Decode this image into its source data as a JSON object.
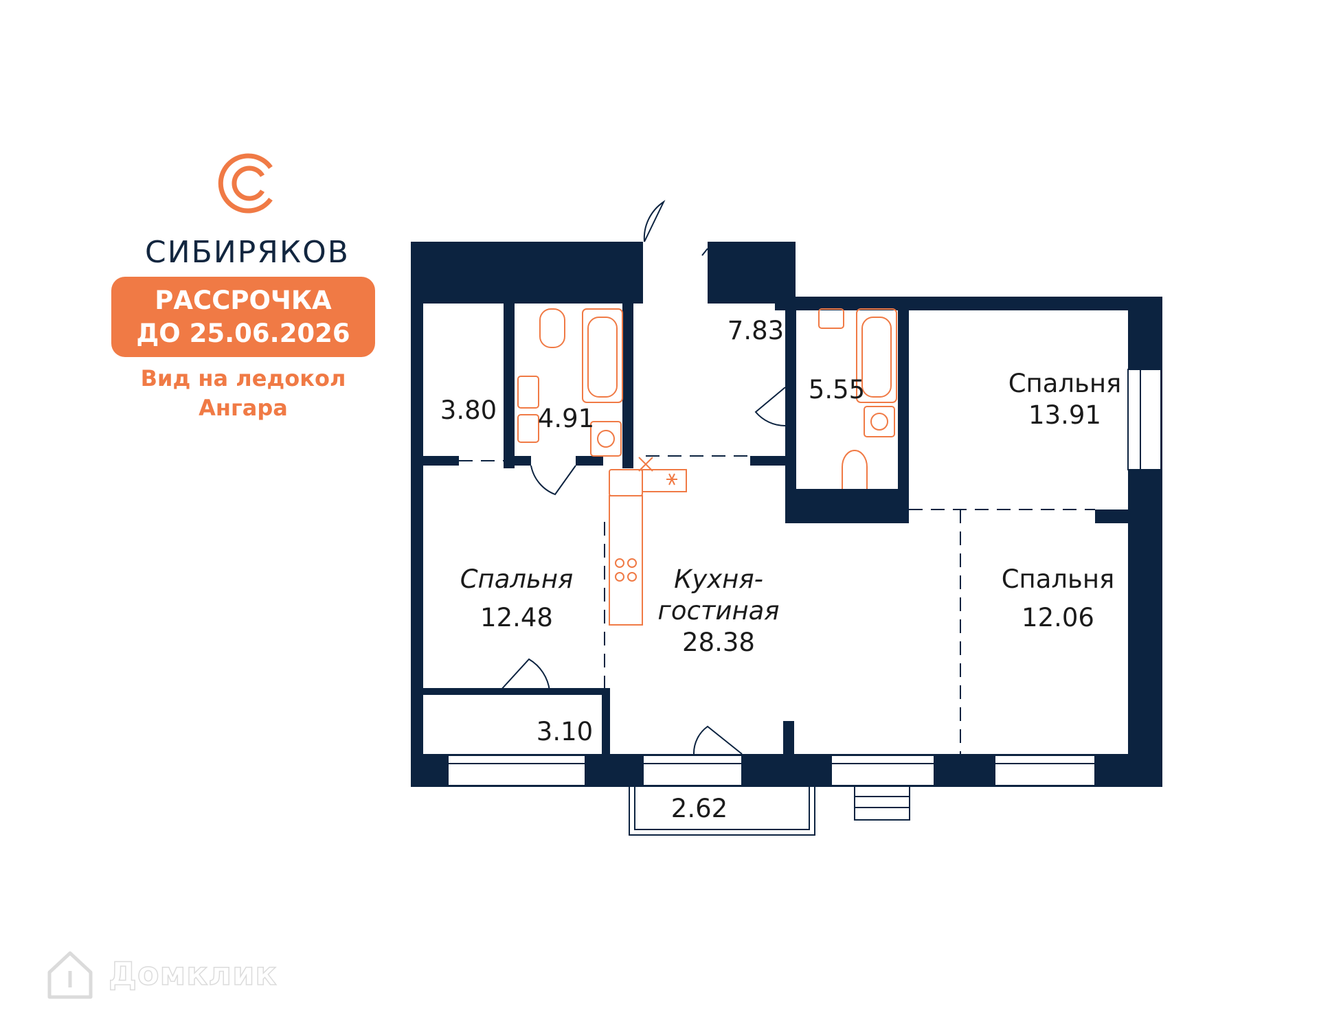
{
  "brand": {
    "name": "СИБИРЯКОВ",
    "logo_icon": "c-letter-logo-icon"
  },
  "promo": {
    "line1": "РАССРОЧКА",
    "line2": "ДО 25.06.2026"
  },
  "view_note": {
    "line1": "Вид на ледокол",
    "line2": "Ангара"
  },
  "colors": {
    "accent": "#f07a45",
    "wall": "#0c2340",
    "fixture": "#f07a45"
  },
  "rooms": [
    {
      "id": "storage-1",
      "name": "",
      "area": "3.80"
    },
    {
      "id": "bathroom-1",
      "name": "",
      "area": "4.91"
    },
    {
      "id": "hallway",
      "name": "",
      "area": "7.83"
    },
    {
      "id": "bathroom-2",
      "name": "",
      "area": "5.55"
    },
    {
      "id": "bedroom-1",
      "name": "Спальня",
      "area": "13.91"
    },
    {
      "id": "bedroom-2",
      "name": "Спальня",
      "area": "12.48"
    },
    {
      "id": "kitchen-living",
      "name": "Кухня-",
      "name2": "гостиная",
      "area": "28.38"
    },
    {
      "id": "bedroom-3",
      "name": "Спальня",
      "area": "12.06"
    },
    {
      "id": "storage-2",
      "name": "",
      "area": "3.10"
    },
    {
      "id": "balcony",
      "name": "",
      "area": "2.62"
    }
  ],
  "watermark": {
    "text": "Домклик",
    "icon": "house-icon"
  }
}
